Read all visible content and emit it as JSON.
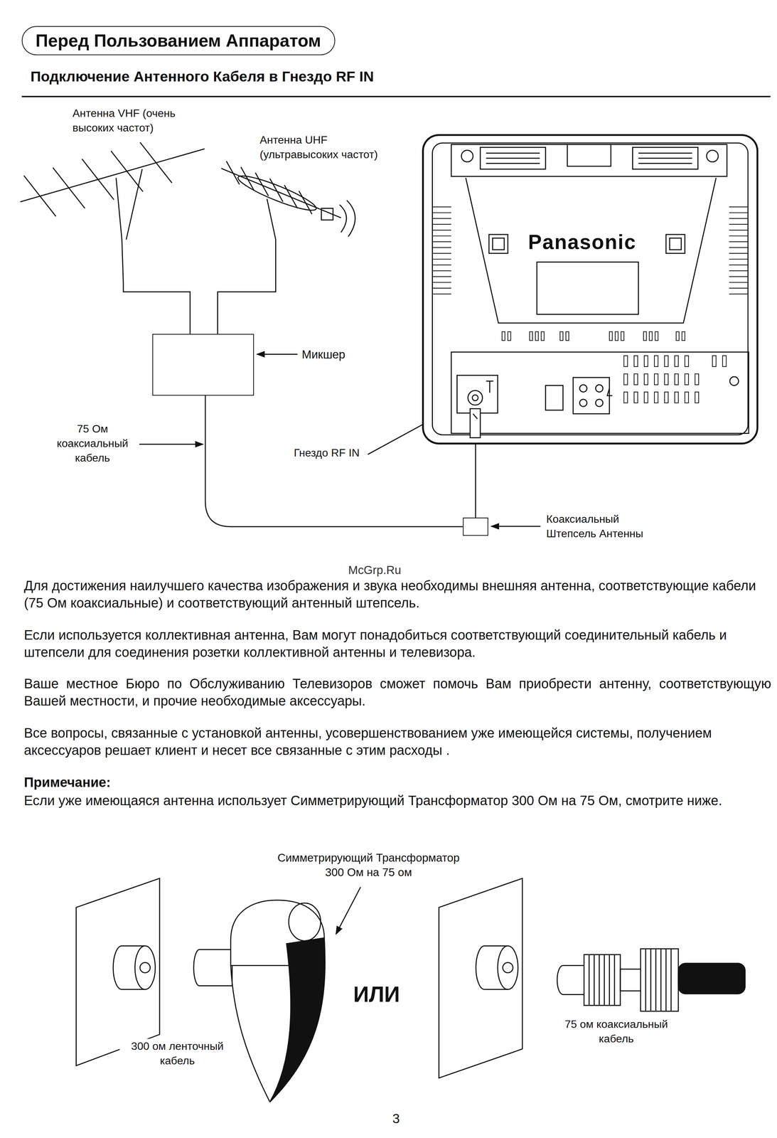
{
  "diagram": {
    "title": "Перед Пользованием Аппаратом",
    "nodes": [
      {
        "text": [
          "Антенна VHF (очень высоких частот)"
        ]
      },
      {
        "text": [
          "Антенна UHF (ультравысоких частот)"
        ]
      },
      {
        "text": [
          "Микшер"
        ]
      },
      {
        "text": [
          "Panasonic"
        ]
      },
      {
        "text": [
          "Коаксиальный Штепсель Антенны"
        ]
      }
    ],
    "edges": [
      {
        "from": 0,
        "to": 2,
        "arrow": "none"
      },
      {
        "from": 1,
        "to": 2,
        "arrow": "none"
      },
      {
        "from": 2,
        "to": 4,
        "arrow": "none"
      },
      {
        "from": 4,
        "to": 3,
        "arrow": "none"
      }
    ],
    "labels": [
      "Подключение Антенного Кабеля в Гнездо RF IN",
      "75 Ом коаксиальный кабель",
      "Гнездо RF IN",
      "McGrp.Ru",
      "Для достижения наилучшего качества изображения и звука необходимы внешняя антенна, соответствующие кабели (75 Ом коаксиальные) и соответствующий антенный штепсель.",
      "Если используется коллективная антенна, Вам могут понадобиться соответствующий соединительный кабель и штепсели для соединения розетки коллективной антенны и телевизора.",
      "Ваше местное Бюро по Обслуживанию Телевизоров сможет помочь Вам приобрести антенну, соответствующую Вашей местности, и прочие необходимые аксессуары.",
      "Все вопросы, связанные с установкой антенны, усовершенствованием уже имеющейся системы, получением аксессуаров решает клиент и несет все связанные с этим расходы .",
      "Примечание:",
      "Если уже имеющаяся антенна использует Симметрирующий Трансформатор 300 Ом на 75 Ом, смотрите ниже.",
      "Симметрирующий Трансформатор 300 Ом на 75 ом",
      "ИЛИ",
      "300 ом ленточный кабель",
      "75 ом коаксиальный кабель",
      "3"
    ]
  }
}
